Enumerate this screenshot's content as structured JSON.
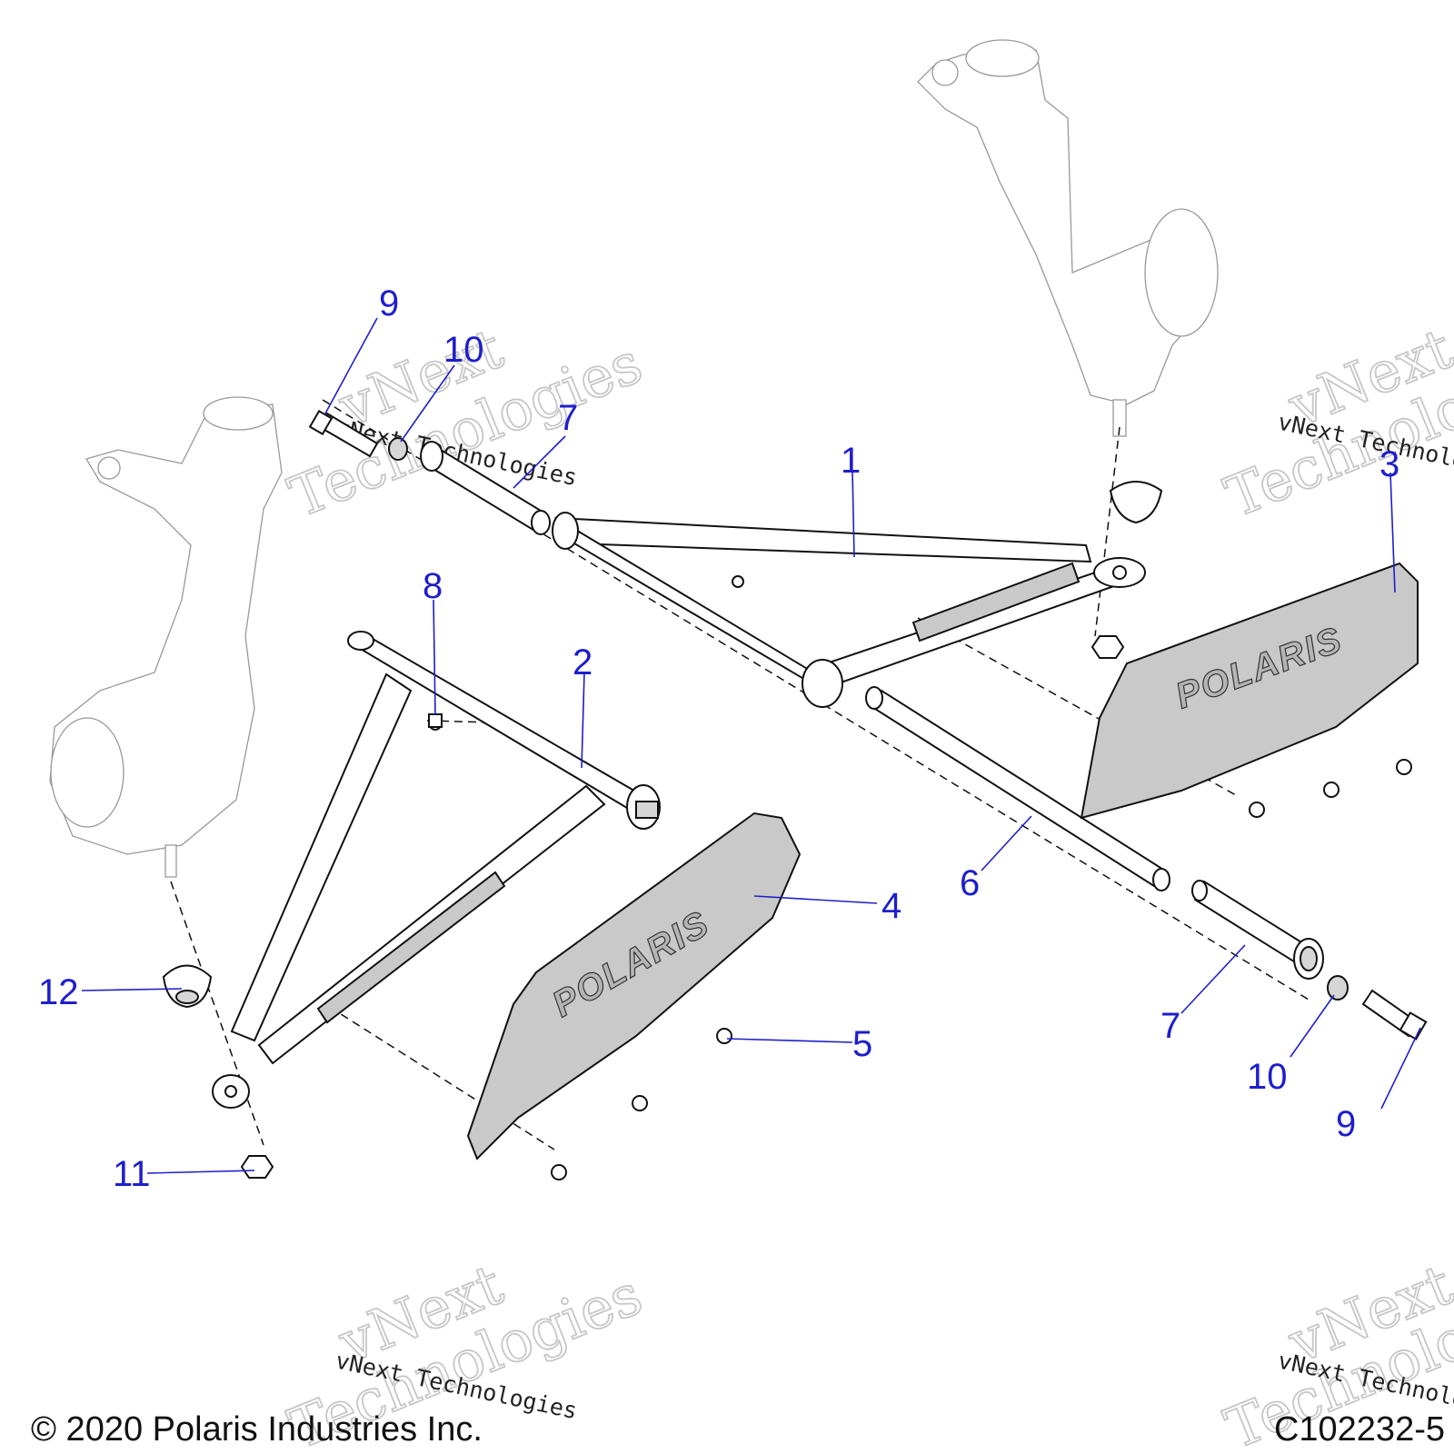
{
  "callouts": {
    "c1": "1",
    "c2": "2",
    "c3": "3",
    "c4": "4",
    "c5": "5",
    "c6": "6",
    "c7a": "7",
    "c7b": "7",
    "c8": "8",
    "c9a": "9",
    "c9b": "9",
    "c10a": "10",
    "c10b": "10",
    "c11": "11",
    "c12": "12"
  },
  "plate_logo": "POLARIS",
  "watermark": {
    "big_line1": "vNext",
    "big_line2": "Technologies",
    "small": "vNext Technologies"
  },
  "footer": {
    "copyright": "© 2020 Polaris Industries Inc.",
    "drawing_id": "C102232-5"
  },
  "colors": {
    "callout": "#1e1ecc",
    "plate": "#c9c9c9",
    "watermark": "#c7c7c7"
  }
}
